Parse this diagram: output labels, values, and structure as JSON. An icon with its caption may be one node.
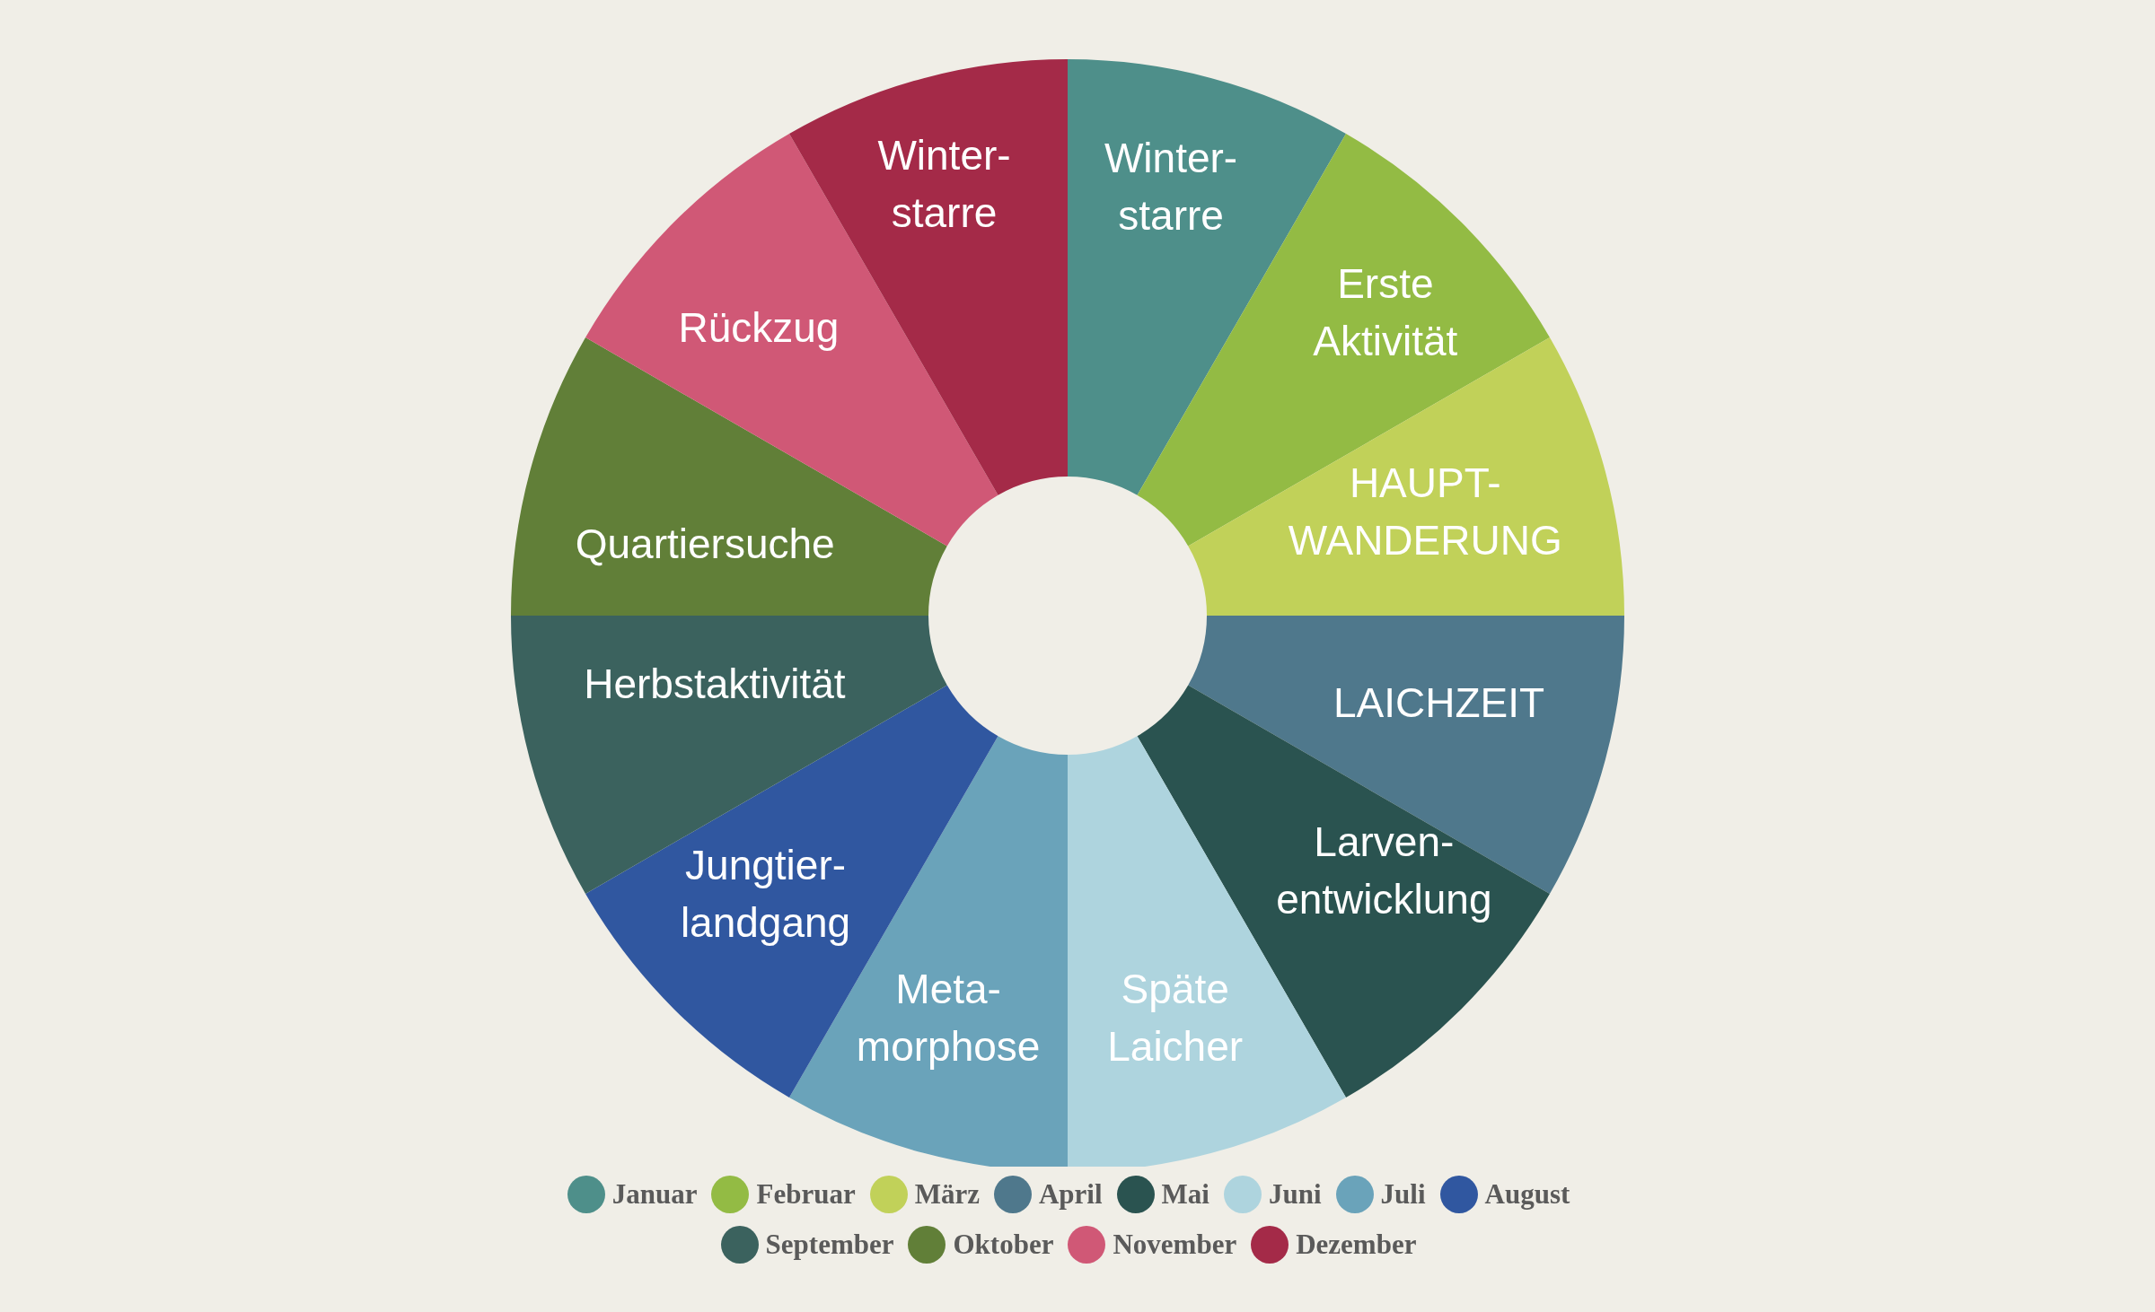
{
  "diagram": {
    "nodes": [
      {
        "text": [
          "Winter- starre"
        ]
      },
      {
        "text": [
          "Erste Aktivität"
        ]
      },
      {
        "text": [
          "HAUPT- WANDERUNG"
        ]
      },
      {
        "text": [
          "LAICHZEIT"
        ]
      },
      {
        "text": [
          "Larven- entwicklung"
        ]
      },
      {
        "text": [
          "Späte Laicher"
        ]
      },
      {
        "text": [
          "Meta- morphose"
        ]
      },
      {
        "text": [
          "Jungtier- landgang"
        ]
      },
      {
        "text": [
          "Herbstaktivität"
        ]
      },
      {
        "text": [
          "Quartiersuche"
        ]
      },
      {
        "text": [
          "Rückzug"
        ]
      },
      {
        "text": [
          "Winter- starre"
        ]
      }
    ],
    "legend": [
      {
        "text": "Januar",
        "color": "#4e8f8a"
      },
      {
        "text": "Februar",
        "color": "#93bb44"
      },
      {
        "text": "März",
        "color": "#c1d159"
      },
      {
        "text": "April",
        "color": "#4f788c"
      },
      {
        "text": "Mai",
        "color": "#2a5350"
      },
      {
        "text": "Juni",
        "color": "#aed4de"
      },
      {
        "text": "Juli",
        "color": "#6aa3ba"
      },
      {
        "text": "August",
        "color": "#3057a0"
      },
      {
        "text": "September",
        "color": "#3b625e"
      },
      {
        "text": "Oktober",
        "color": "#617f38"
      },
      {
        "text": "November",
        "color": "#d05876"
      },
      {
        "text": "Dezember",
        "color": "#a42a48"
      }
    ]
  }
}
